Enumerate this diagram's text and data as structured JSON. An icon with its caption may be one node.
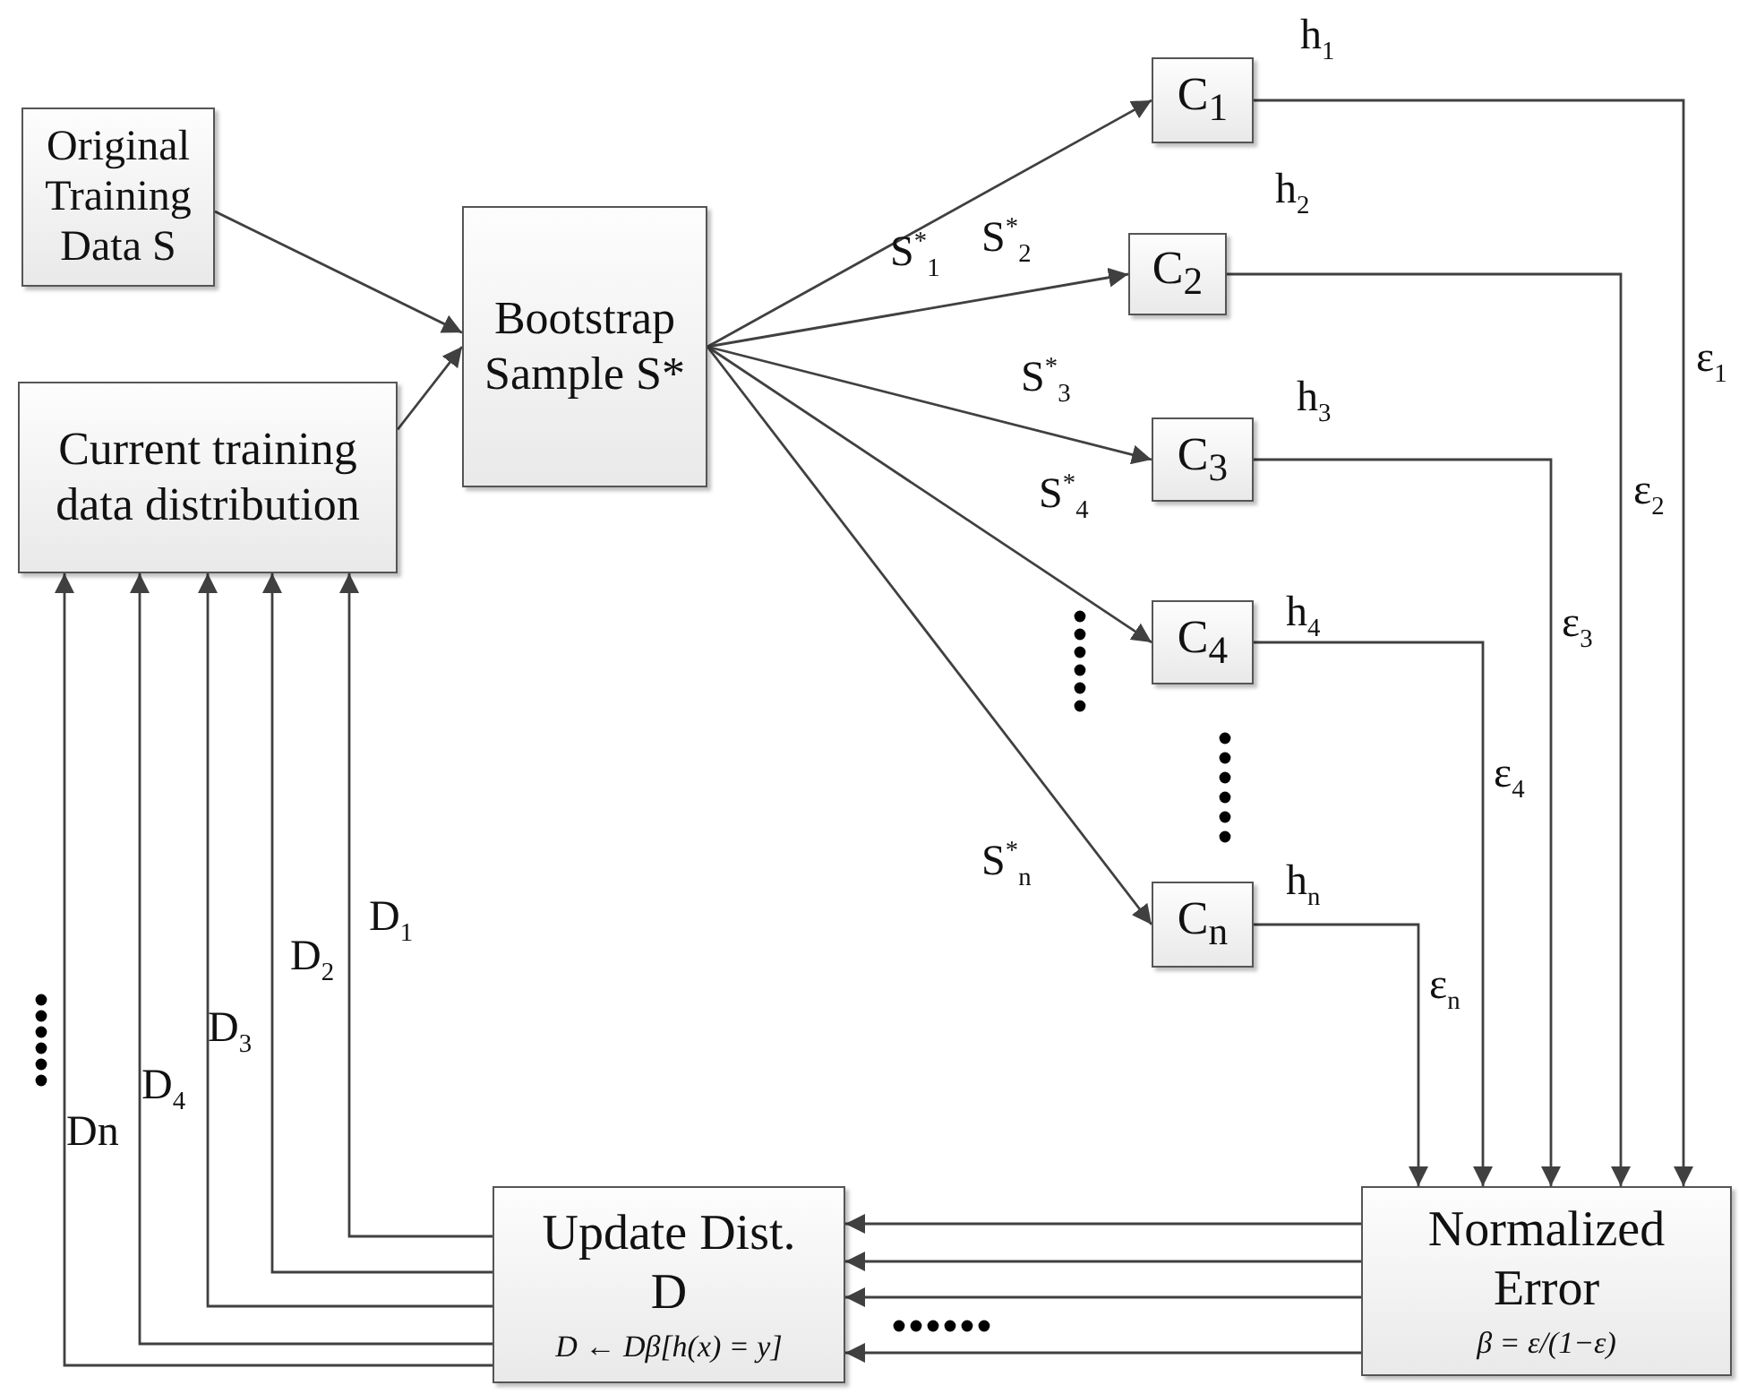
{
  "diagram": {
    "nodes": [
      {
        "text": [
          "Original Training Data S"
        ]
      },
      {
        "text": [
          "Current training data distribution"
        ]
      },
      {
        "text": [
          "Bootstrap Sample S*"
        ]
      },
      {
        "text": [
          "C$_{1}$"
        ]
      },
      {
        "text": [
          "C$_{2}$"
        ]
      },
      {
        "text": [
          "C$_{3}$"
        ]
      },
      {
        "text": [
          "C$_{4}$"
        ]
      },
      {
        "text": [
          "C$_{n}$"
        ]
      },
      {
        "text": [
          "Update Dist. D",
          "D ← Dβ[h(x) = y]"
        ]
      },
      {
        "text": [
          "Normalized Error",
          "β = ε/(1−ε)"
        ]
      }
    ],
    "edges": [
      {
        "from": 0,
        "to": 2,
        "arrow": "to"
      },
      {
        "from": 1,
        "to": 2,
        "arrow": "to"
      },
      {
        "from": 2,
        "to": 3,
        "arrow": "to",
        "label": "S$^{*}$$_{1}$"
      },
      {
        "from": 2,
        "to": 4,
        "arrow": "to",
        "label": "S$^{*}$$_{2}$"
      },
      {
        "from": 2,
        "to": 5,
        "arrow": "to",
        "label": "S$^{*}$$_{3}$"
      },
      {
        "from": 2,
        "to": 6,
        "arrow": "to",
        "label": "S$^{*}$$_{4}$"
      },
      {
        "from": 2,
        "to": 7,
        "arrow": "to",
        "label": "S$^{*}$$_{n}$"
      },
      {
        "from": 3,
        "to": 9,
        "arrow": "to",
        "label": "h$_{1}$"
      },
      {
        "from": 4,
        "to": 9,
        "arrow": "to",
        "label": "h$_{2}$"
      },
      {
        "from": 5,
        "to": 9,
        "arrow": "to",
        "label": "h$_{3}$"
      },
      {
        "from": 6,
        "to": 9,
        "arrow": "to",
        "label": "h$_{4}$"
      },
      {
        "from": 7,
        "to": 9,
        "arrow": "to",
        "label": "h$_{n}$"
      },
      {
        "from": 9,
        "to": 8,
        "arrow": "to"
      },
      {
        "from": 9,
        "to": 8,
        "arrow": "to"
      },
      {
        "from": 9,
        "to": 8,
        "arrow": "to"
      },
      {
        "from": 9,
        "to": 8,
        "arrow": "to"
      },
      {
        "from": 8,
        "to": 1,
        "arrow": "to",
        "label": "D$_{1}$"
      },
      {
        "from": 8,
        "to": 1,
        "arrow": "to",
        "label": "D$_{2}$"
      },
      {
        "from": 8,
        "to": 1,
        "arrow": "to",
        "label": "D$_{3}$"
      },
      {
        "from": 8,
        "to": 1,
        "arrow": "to",
        "label": "D$_{4}$"
      },
      {
        "from": 8,
        "to": 1,
        "arrow": "to",
        "label": "Dn"
      }
    ],
    "labels": [
      "ε$_{1}$",
      "ε$_{2}$",
      "ε$_{3}$",
      "ε$_{4}$",
      "ε$_{n}$"
    ]
  }
}
